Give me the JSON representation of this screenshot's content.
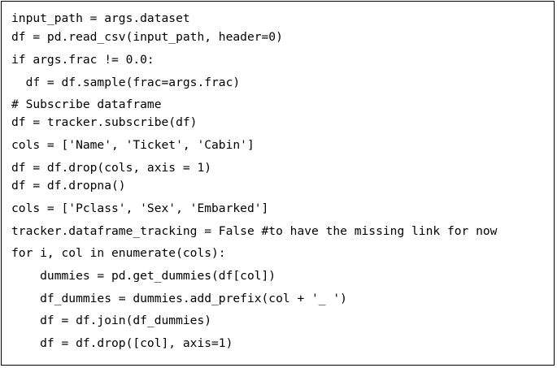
{
  "code": {
    "lines": [
      "input_path = args.dataset",
      "df = pd.read_csv(input_path, header=0)",
      "if args.frac != 0.0:",
      "  df = df.sample(frac=args.frac)",
      "# Subscribe dataframe",
      "df = tracker.subscribe(df)",
      "cols = ['Name', 'Ticket', 'Cabin']",
      "df = df.drop(cols, axis = 1)",
      "df = df.dropna()",
      "cols = ['Pclass', 'Sex', 'Embarked']",
      "tracker.dataframe_tracking = False #to have the missing link for now",
      "for i, col in enumerate(cols):",
      "    dummies = pd.get_dummies(df[col])",
      "    df_dummies = dummies.add_prefix(col + '_ ')",
      "    df = df.join(df_dummies)",
      "    df = df.drop([col], axis=1)"
    ]
  }
}
